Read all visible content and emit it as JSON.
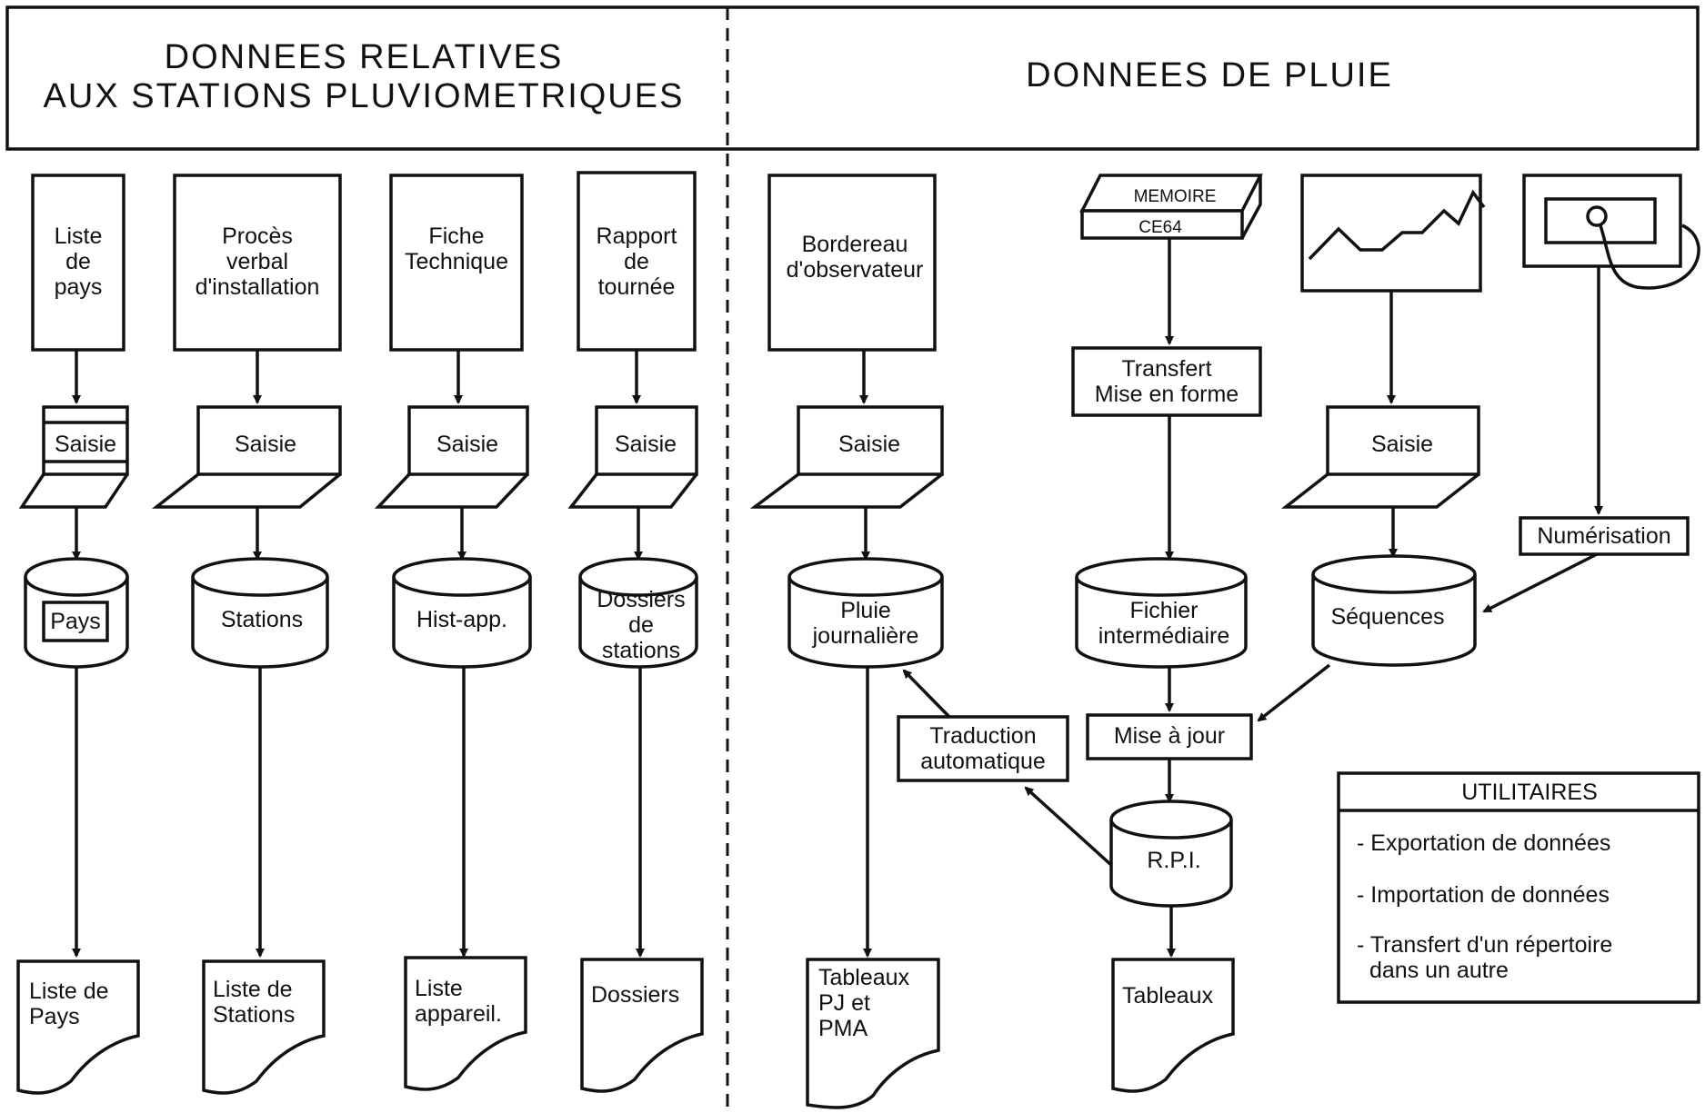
{
  "header": {
    "left_line1": "DONNEES RELATIVES",
    "left_line2": "AUX STATIONS PLUVIOMETRIQUES",
    "right": "DONNEES DE PLUIE"
  },
  "documents": {
    "liste_pays": [
      "Liste",
      "de",
      "pays"
    ],
    "proces_verbal": [
      "Procès",
      "verbal",
      "d'installation"
    ],
    "fiche_technique": [
      "Fiche",
      "Technique"
    ],
    "rapport_tournee": [
      "Rapport",
      "de",
      "tournée"
    ],
    "bordereau": [
      "Bordereau",
      "d'observateur"
    ]
  },
  "memoire": {
    "top": "MEMOIRE",
    "bottom": "CE64"
  },
  "saisie": "Saisie",
  "transfert": [
    "Transfert",
    "Mise en forme"
  ],
  "numerisation": "Numérisation",
  "databases": {
    "pays": "Pays",
    "stations": "Stations",
    "hist_app": "Hist-app.",
    "dossiers_stations": [
      "Dossiers",
      "de",
      "stations"
    ],
    "pluie_journaliere": [
      "Pluie",
      "journalière"
    ],
    "fichier_intermediaire": [
      "Fichier",
      "intermédiaire"
    ],
    "sequences": "Séquences",
    "rpi": "R.P.I."
  },
  "processes": {
    "traduction": [
      "Traduction",
      "automatique"
    ],
    "mise_a_jour": "Mise à jour"
  },
  "outputs": {
    "liste_pays": [
      "Liste de",
      "Pays"
    ],
    "liste_stations": [
      "Liste de",
      "Stations"
    ],
    "liste_appareil": [
      "Liste",
      "appareil."
    ],
    "dossiers": "Dossiers",
    "tableaux_pj": [
      "Tableaux",
      "PJ et",
      "PMA"
    ],
    "tableaux": "Tableaux"
  },
  "utilitaires": {
    "title": "UTILITAIRES",
    "items": [
      "- Exportation de données",
      "- Importation de données",
      "- Transfert d'un répertoire",
      "dans un autre"
    ]
  }
}
